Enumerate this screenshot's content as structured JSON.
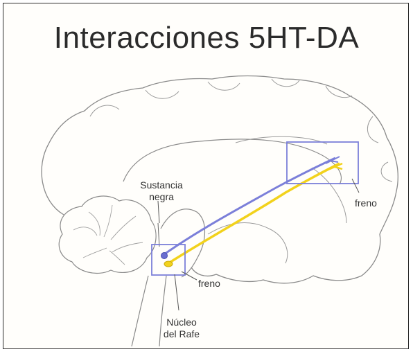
{
  "title": "Interacciones 5HT-DA",
  "labels": {
    "sustancia_negra_1": "Sustancia",
    "sustancia_negra_2": "negra",
    "freno_cortex": "freno",
    "freno_raphe": "freno",
    "nucleo_1": "Núcleo",
    "nucleo_2": "del Rafe"
  },
  "colors": {
    "pathway_5ht": "#7b7fd9",
    "pathway_da": "#f2d21c",
    "box": "#7b7fd9",
    "outline": "#8a8a8a"
  }
}
